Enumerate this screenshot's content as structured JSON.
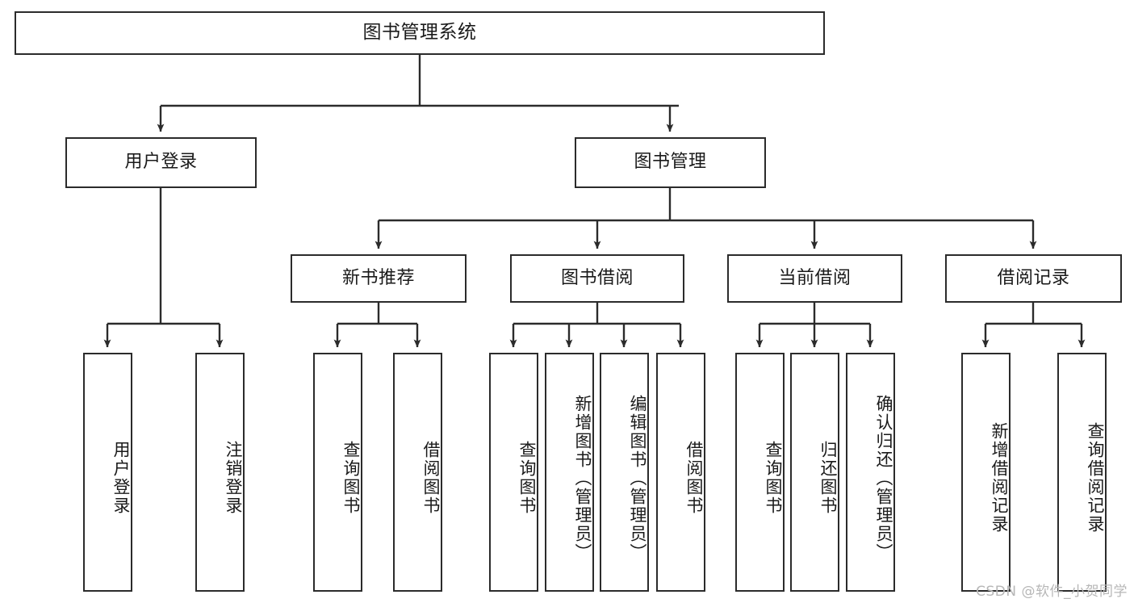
{
  "diagram": {
    "title": "图书管理系统",
    "type": "hierarchy-tree",
    "levels": 4,
    "colors": {
      "box_border": "#2b2b2b",
      "box_fill": "#ffffff",
      "connector": "#2b2b2b",
      "text": "#1a1a1a",
      "watermark": "#b7b7b7",
      "background": "#ffffff"
    }
  },
  "root": {
    "label": "图书管理系统"
  },
  "level2": [
    {
      "id": "user-login",
      "label": "用户登录"
    },
    {
      "id": "book-management",
      "label": "图书管理"
    }
  ],
  "level3": [
    {
      "id": "new-book-recommend",
      "label": "新书推荐"
    },
    {
      "id": "book-borrow",
      "label": "图书借阅"
    },
    {
      "id": "current-borrow",
      "label": "当前借阅"
    },
    {
      "id": "borrow-record",
      "label": "借阅记录"
    }
  ],
  "leaves": {
    "user_login": [
      {
        "id": "leaf-user-login",
        "label": "用户登录"
      },
      {
        "id": "leaf-logout-login",
        "label": "注销登录"
      }
    ],
    "new_book_recommend": [
      {
        "id": "leaf-query-book-1",
        "label": "查询图书"
      },
      {
        "id": "leaf-borrow-book-1",
        "label": "借阅图书"
      }
    ],
    "book_borrow": [
      {
        "id": "leaf-query-book-2",
        "label": "查询图书"
      },
      {
        "id": "leaf-add-book-admin",
        "label": "新增图书（管理员）"
      },
      {
        "id": "leaf-edit-book-admin",
        "label": "编辑图书（管理员）"
      },
      {
        "id": "leaf-borrow-book-2",
        "label": "借阅图书"
      }
    ],
    "current_borrow": [
      {
        "id": "leaf-query-book-3",
        "label": "查询图书"
      },
      {
        "id": "leaf-return-book",
        "label": "归还图书"
      },
      {
        "id": "leaf-confirm-return-admin",
        "label": "确认归还（管理员）"
      }
    ],
    "borrow_record": [
      {
        "id": "leaf-add-borrow-record",
        "label": "新增借阅记录"
      },
      {
        "id": "leaf-query-borrow-record",
        "label": "查询借阅记录"
      }
    ]
  },
  "watermark": {
    "text": "CSDN @软件_小贺同学"
  }
}
